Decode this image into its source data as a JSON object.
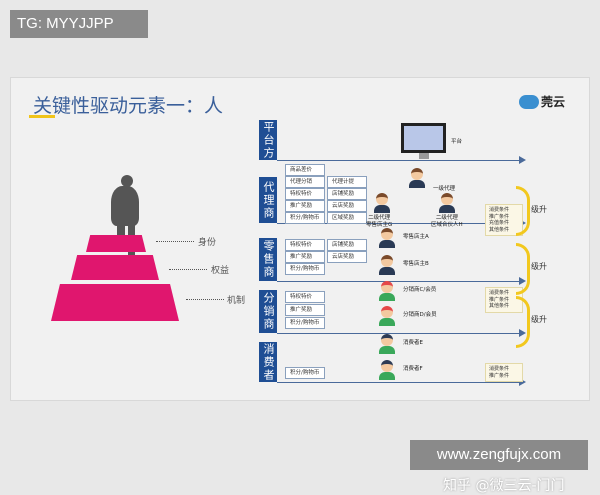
{
  "tag": "TG: MYYJJPP",
  "slide": {
    "title": "关键性驱动元素一：人",
    "logo": "莞云",
    "pyramid": [
      "身份",
      "权益",
      "机制"
    ],
    "rows": [
      {
        "label": "平台方",
        "chars": [
          "平",
          "台",
          "方"
        ],
        "boxes": [],
        "people": [
          {
            "name": "平台"
          }
        ]
      },
      {
        "label": "代理商",
        "chars": [
          "代",
          "理",
          "商"
        ],
        "boxes": [
          "商品差价",
          "代理分销",
          "代理计提",
          "特权特价",
          "店铺奖励",
          "推广奖励",
          "云店奖励",
          "积分/购物币",
          "区域奖励"
        ],
        "people": [
          {
            "name": "一级代理"
          },
          {
            "name": "二级代理\n零售店主G"
          },
          {
            "name": "二级代理\n区域合伙人H"
          }
        ]
      },
      {
        "label": "零售商",
        "chars": [
          "零",
          "售",
          "商"
        ],
        "boxes": [
          "特权特价",
          "店铺奖励",
          "推广奖励",
          "云店奖励",
          "积分/购物币"
        ],
        "people": [
          {
            "name": "零售店主A"
          },
          {
            "name": "零售店主B"
          }
        ]
      },
      {
        "label": "分销商",
        "chars": [
          "分",
          "销",
          "商"
        ],
        "boxes": [
          "特权特价",
          "推广奖励",
          "积分/购物币"
        ],
        "people": [
          {
            "name": "分销商C/会员"
          },
          {
            "name": "分销商D/会员"
          }
        ]
      },
      {
        "label": "消费者",
        "chars": [
          "消",
          "费",
          "者"
        ],
        "boxes": [
          "积分/购物币"
        ],
        "people": [
          {
            "name": "消费者E"
          },
          {
            "name": "消费者F"
          }
        ]
      }
    ],
    "conditions": [
      [
        "消费条件",
        "推广条件",
        "充值条件",
        "其他条件"
      ],
      [
        "消费条件",
        "推广条件",
        "其他条件"
      ],
      [
        "消费条件",
        "推广条件"
      ]
    ],
    "upgrade": "级升",
    "colors": {
      "pyramid": "#e0166e",
      "label_blue": "#1f4e94",
      "curve": "#f2c81e"
    }
  },
  "watermark": "知乎 @微三云-门门",
  "site": "www.zengfujx.com"
}
